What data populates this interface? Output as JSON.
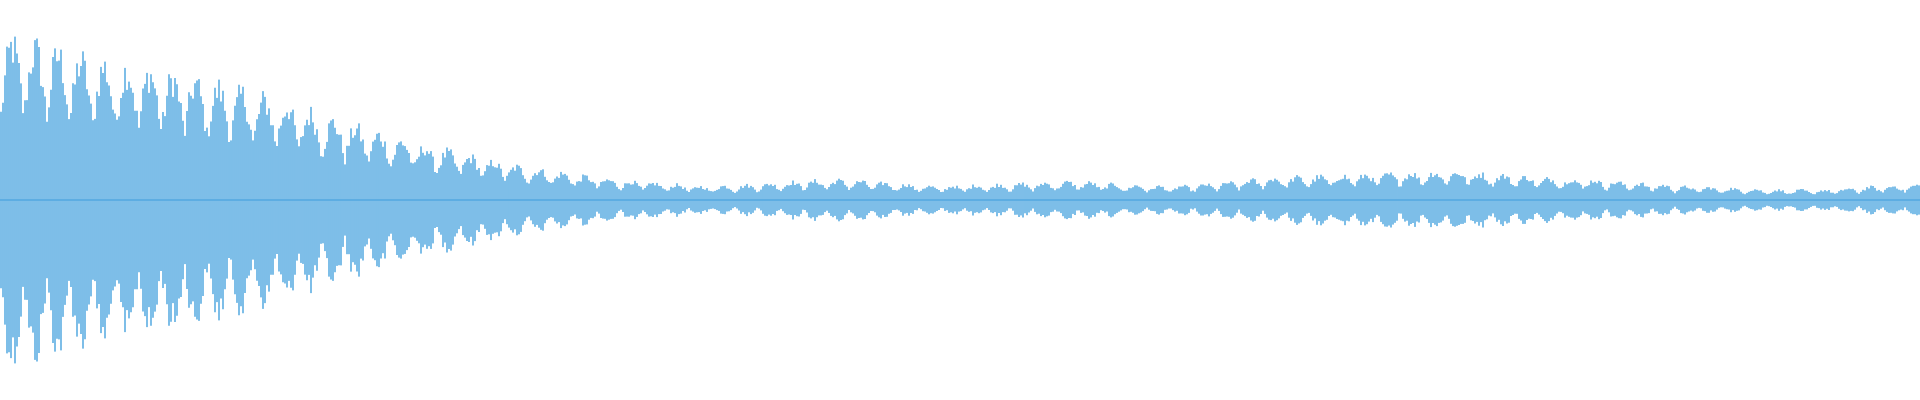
{
  "waveform": {
    "color": "#5dade2",
    "background": "#ffffff",
    "envelope": [
      0.95,
      0.9,
      0.82,
      0.78,
      0.72,
      0.65,
      0.58,
      0.48,
      0.4,
      0.32,
      0.26,
      0.2,
      0.16,
      0.12,
      0.1,
      0.08,
      0.09,
      0.11,
      0.12,
      0.1,
      0.08,
      0.09,
      0.1,
      0.11,
      0.09,
      0.08,
      0.1,
      0.13,
      0.14,
      0.15,
      0.16,
      0.17,
      0.15,
      0.13,
      0.12,
      0.1,
      0.08,
      0.07,
      0.06,
      0.06,
      0.08,
      0.09
    ]
  }
}
